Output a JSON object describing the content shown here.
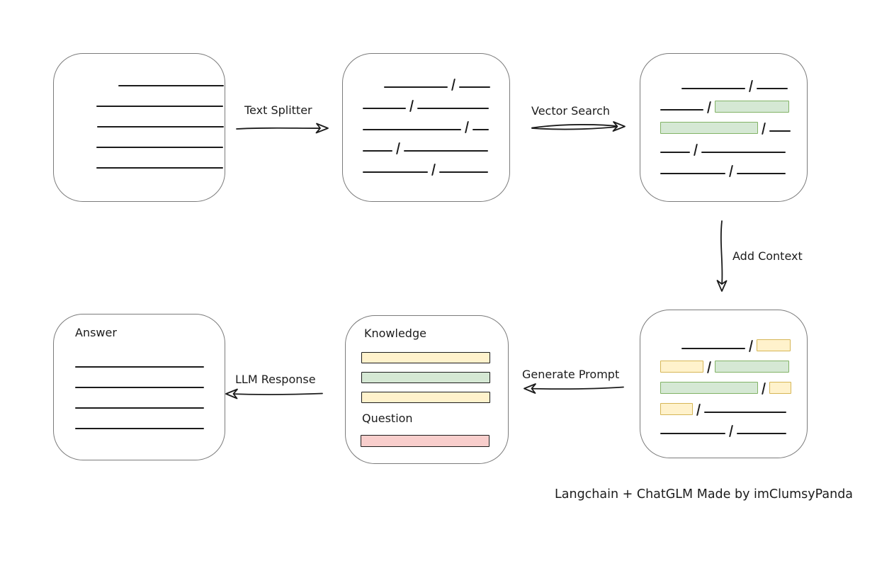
{
  "caption": "Langchain + ChatGLM Made by imClumsyPanda",
  "colors": {
    "ink": "#1c1c1c",
    "box_border": "#7b7b7b",
    "green_fill": "#d5e8d4",
    "green_border": "#82b366",
    "yellow_fill": "#fff2cc",
    "yellow_border": "#d6b656",
    "red_fill": "#f8cecc",
    "red_border": "#b85450"
  },
  "arrows": {
    "text_splitter": {
      "label": "Text Splitter",
      "direction": "right"
    },
    "vector_search": {
      "label": "Vector Search",
      "direction": "right"
    },
    "add_context": {
      "label": "Add Context",
      "direction": "down"
    },
    "generate_prompt": {
      "label": "Generate Prompt",
      "direction": "left"
    },
    "llm_response": {
      "label": "LLM Response",
      "direction": "left"
    }
  },
  "nodes": {
    "document": {
      "lines": [
        {
          "indent": 61,
          "w": 149
        },
        {
          "indent": 30,
          "w": 179
        },
        {
          "indent": 31,
          "w": 179
        },
        {
          "indent": 30,
          "w": 179
        },
        {
          "indent": 30,
          "w": 179
        }
      ]
    },
    "chunks": {
      "rows": [
        {
          "indent": 30,
          "segs": [
            {
              "k": "line",
              "w": 90
            },
            {
              "k": "line",
              "w": 44
            }
          ]
        },
        {
          "indent": 0,
          "segs": [
            {
              "k": "line",
              "w": 61
            },
            {
              "k": "line",
              "w": 101
            }
          ]
        },
        {
          "indent": 0,
          "segs": [
            {
              "k": "line",
              "w": 139
            },
            {
              "k": "line",
              "w": 23
            }
          ]
        },
        {
          "indent": 0,
          "segs": [
            {
              "k": "line",
              "w": 42
            },
            {
              "k": "line",
              "w": 119
            }
          ]
        },
        {
          "indent": 0,
          "segs": [
            {
              "k": "line",
              "w": 92
            },
            {
              "k": "line",
              "w": 69
            }
          ]
        }
      ]
    },
    "matched": {
      "rows": [
        {
          "indent": 30,
          "segs": [
            {
              "k": "line",
              "w": 90
            },
            {
              "k": "line",
              "w": 44
            }
          ]
        },
        {
          "indent": 0,
          "segs": [
            {
              "k": "line",
              "w": 61
            },
            {
              "k": "green",
              "w": 105
            }
          ]
        },
        {
          "indent": 0,
          "segs": [
            {
              "k": "green",
              "w": 138
            },
            {
              "k": "line",
              "w": 30
            }
          ]
        },
        {
          "indent": 0,
          "segs": [
            {
              "k": "line",
              "w": 42
            },
            {
              "k": "line",
              "w": 119
            }
          ]
        },
        {
          "indent": 0,
          "segs": [
            {
              "k": "line",
              "w": 92
            },
            {
              "k": "line",
              "w": 69
            }
          ]
        }
      ]
    },
    "context": {
      "rows": [
        {
          "indent": 30,
          "segs": [
            {
              "k": "line",
              "w": 90
            },
            {
              "k": "yellow",
              "w": 48
            }
          ]
        },
        {
          "indent": 0,
          "segs": [
            {
              "k": "yellow",
              "w": 61
            },
            {
              "k": "green",
              "w": 105
            }
          ]
        },
        {
          "indent": 0,
          "segs": [
            {
              "k": "green",
              "w": 138
            },
            {
              "k": "yellow",
              "w": 31
            }
          ]
        },
        {
          "indent": 0,
          "segs": [
            {
              "k": "yellow",
              "w": 46
            },
            {
              "k": "line",
              "w": 116
            }
          ]
        },
        {
          "indent": 0,
          "segs": [
            {
              "k": "line",
              "w": 92
            },
            {
              "k": "line",
              "w": 70
            }
          ]
        }
      ]
    },
    "prompt": {
      "knowledge_label": "Knowledge",
      "question_label": "Question",
      "bars": [
        {
          "k": "yellow"
        },
        {
          "k": "green"
        },
        {
          "k": "yellow"
        }
      ],
      "question_bar": {
        "k": "red"
      }
    },
    "answer": {
      "label": "Answer",
      "lines": [
        {
          "indent": 0,
          "w": 182
        },
        {
          "indent": 0,
          "w": 182
        },
        {
          "indent": 0,
          "w": 182
        },
        {
          "indent": 0,
          "w": 182
        }
      ]
    }
  }
}
